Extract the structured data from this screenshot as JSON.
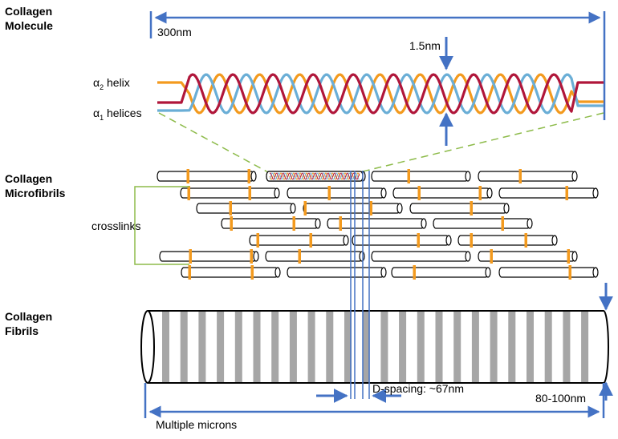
{
  "sections": {
    "molecule": [
      "Collagen",
      "Molecule"
    ],
    "microfibrils": [
      "Collagen",
      "Microfibrils"
    ],
    "fibrils": [
      "Collagen",
      "Fibrils"
    ]
  },
  "labels": {
    "length_300nm": "300nm",
    "width_1_5nm": "1.5nm",
    "alpha2_symbol": "α",
    "alpha2_sub": "2",
    "alpha2_text": " helix",
    "alpha1_symbol": "α",
    "alpha1_sub": "1",
    "alpha1_text": " helices",
    "crosslinks": "crosslinks",
    "d_spacing": "D-spacing: ~67nm",
    "fibril_diameter": "80-100nm",
    "fibril_length": "Multiple microns"
  },
  "colors": {
    "arrow_blue": "#4472c4",
    "alpha1_red": "#b0163a",
    "alpha1_blue": "#6aaed6",
    "alpha2_orange": "#f39a1e",
    "crosslink_orange": "#f39a1e",
    "guide_green": "#8dbb4a",
    "band_gray": "#a6a6a6",
    "outline": "#000000"
  }
}
